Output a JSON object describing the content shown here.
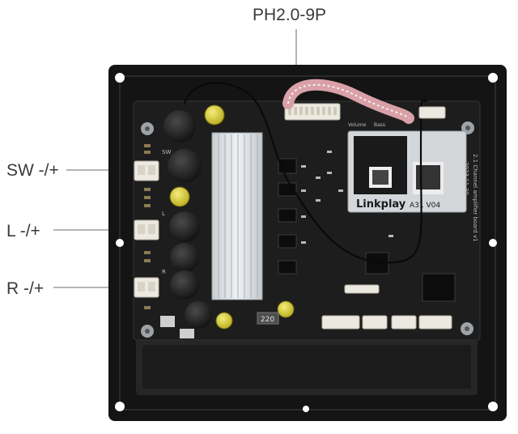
{
  "labels": {
    "top_connector": "PH2.0-9P",
    "sw": "SW -/+",
    "left": "L -/+",
    "right": "R -/+"
  },
  "board": {
    "silk_title": "2.1 Channel amplifier board  v1",
    "silk_date": "2023-11-30",
    "module_brand": "Linkplay",
    "module_model": "A31 V04",
    "cap_label": "220",
    "silk_sw": "SW",
    "silk_l": "L",
    "silk_r": "R",
    "silk_bass": "Bass",
    "silk_volume": "Volume"
  },
  "colors": {
    "plate": "#141414",
    "pcb": "#1d1d1d",
    "heatsink": "#d9dde1",
    "connector": "#ece9e0",
    "wire": "#d9a0a8",
    "leader": "#8a8a8a"
  }
}
